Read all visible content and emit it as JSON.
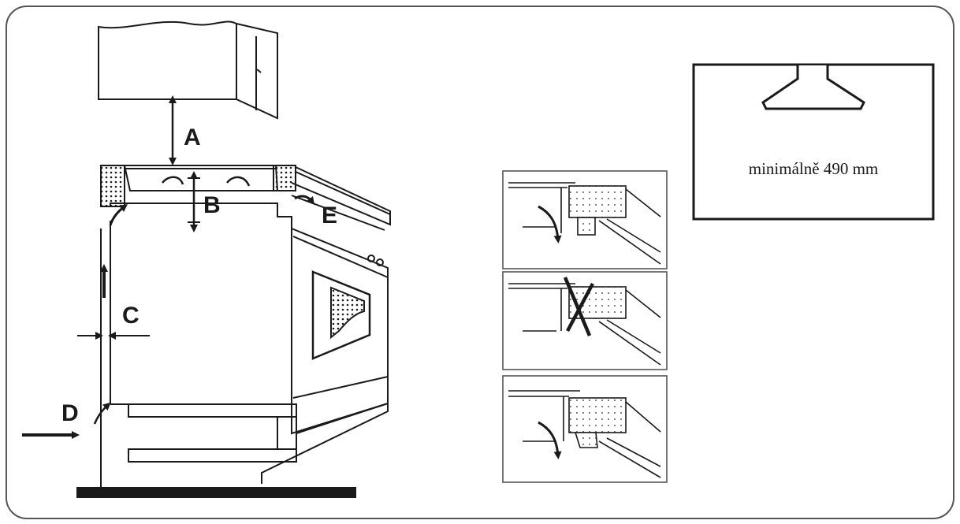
{
  "labels": {
    "a": "A",
    "b": "B",
    "c": "C",
    "d": "D",
    "e": "E"
  },
  "hood_note": "minimálně 490 mm",
  "colors": {
    "ink": "#1a1a1a",
    "frame": "#555555",
    "background": "#ffffff"
  }
}
